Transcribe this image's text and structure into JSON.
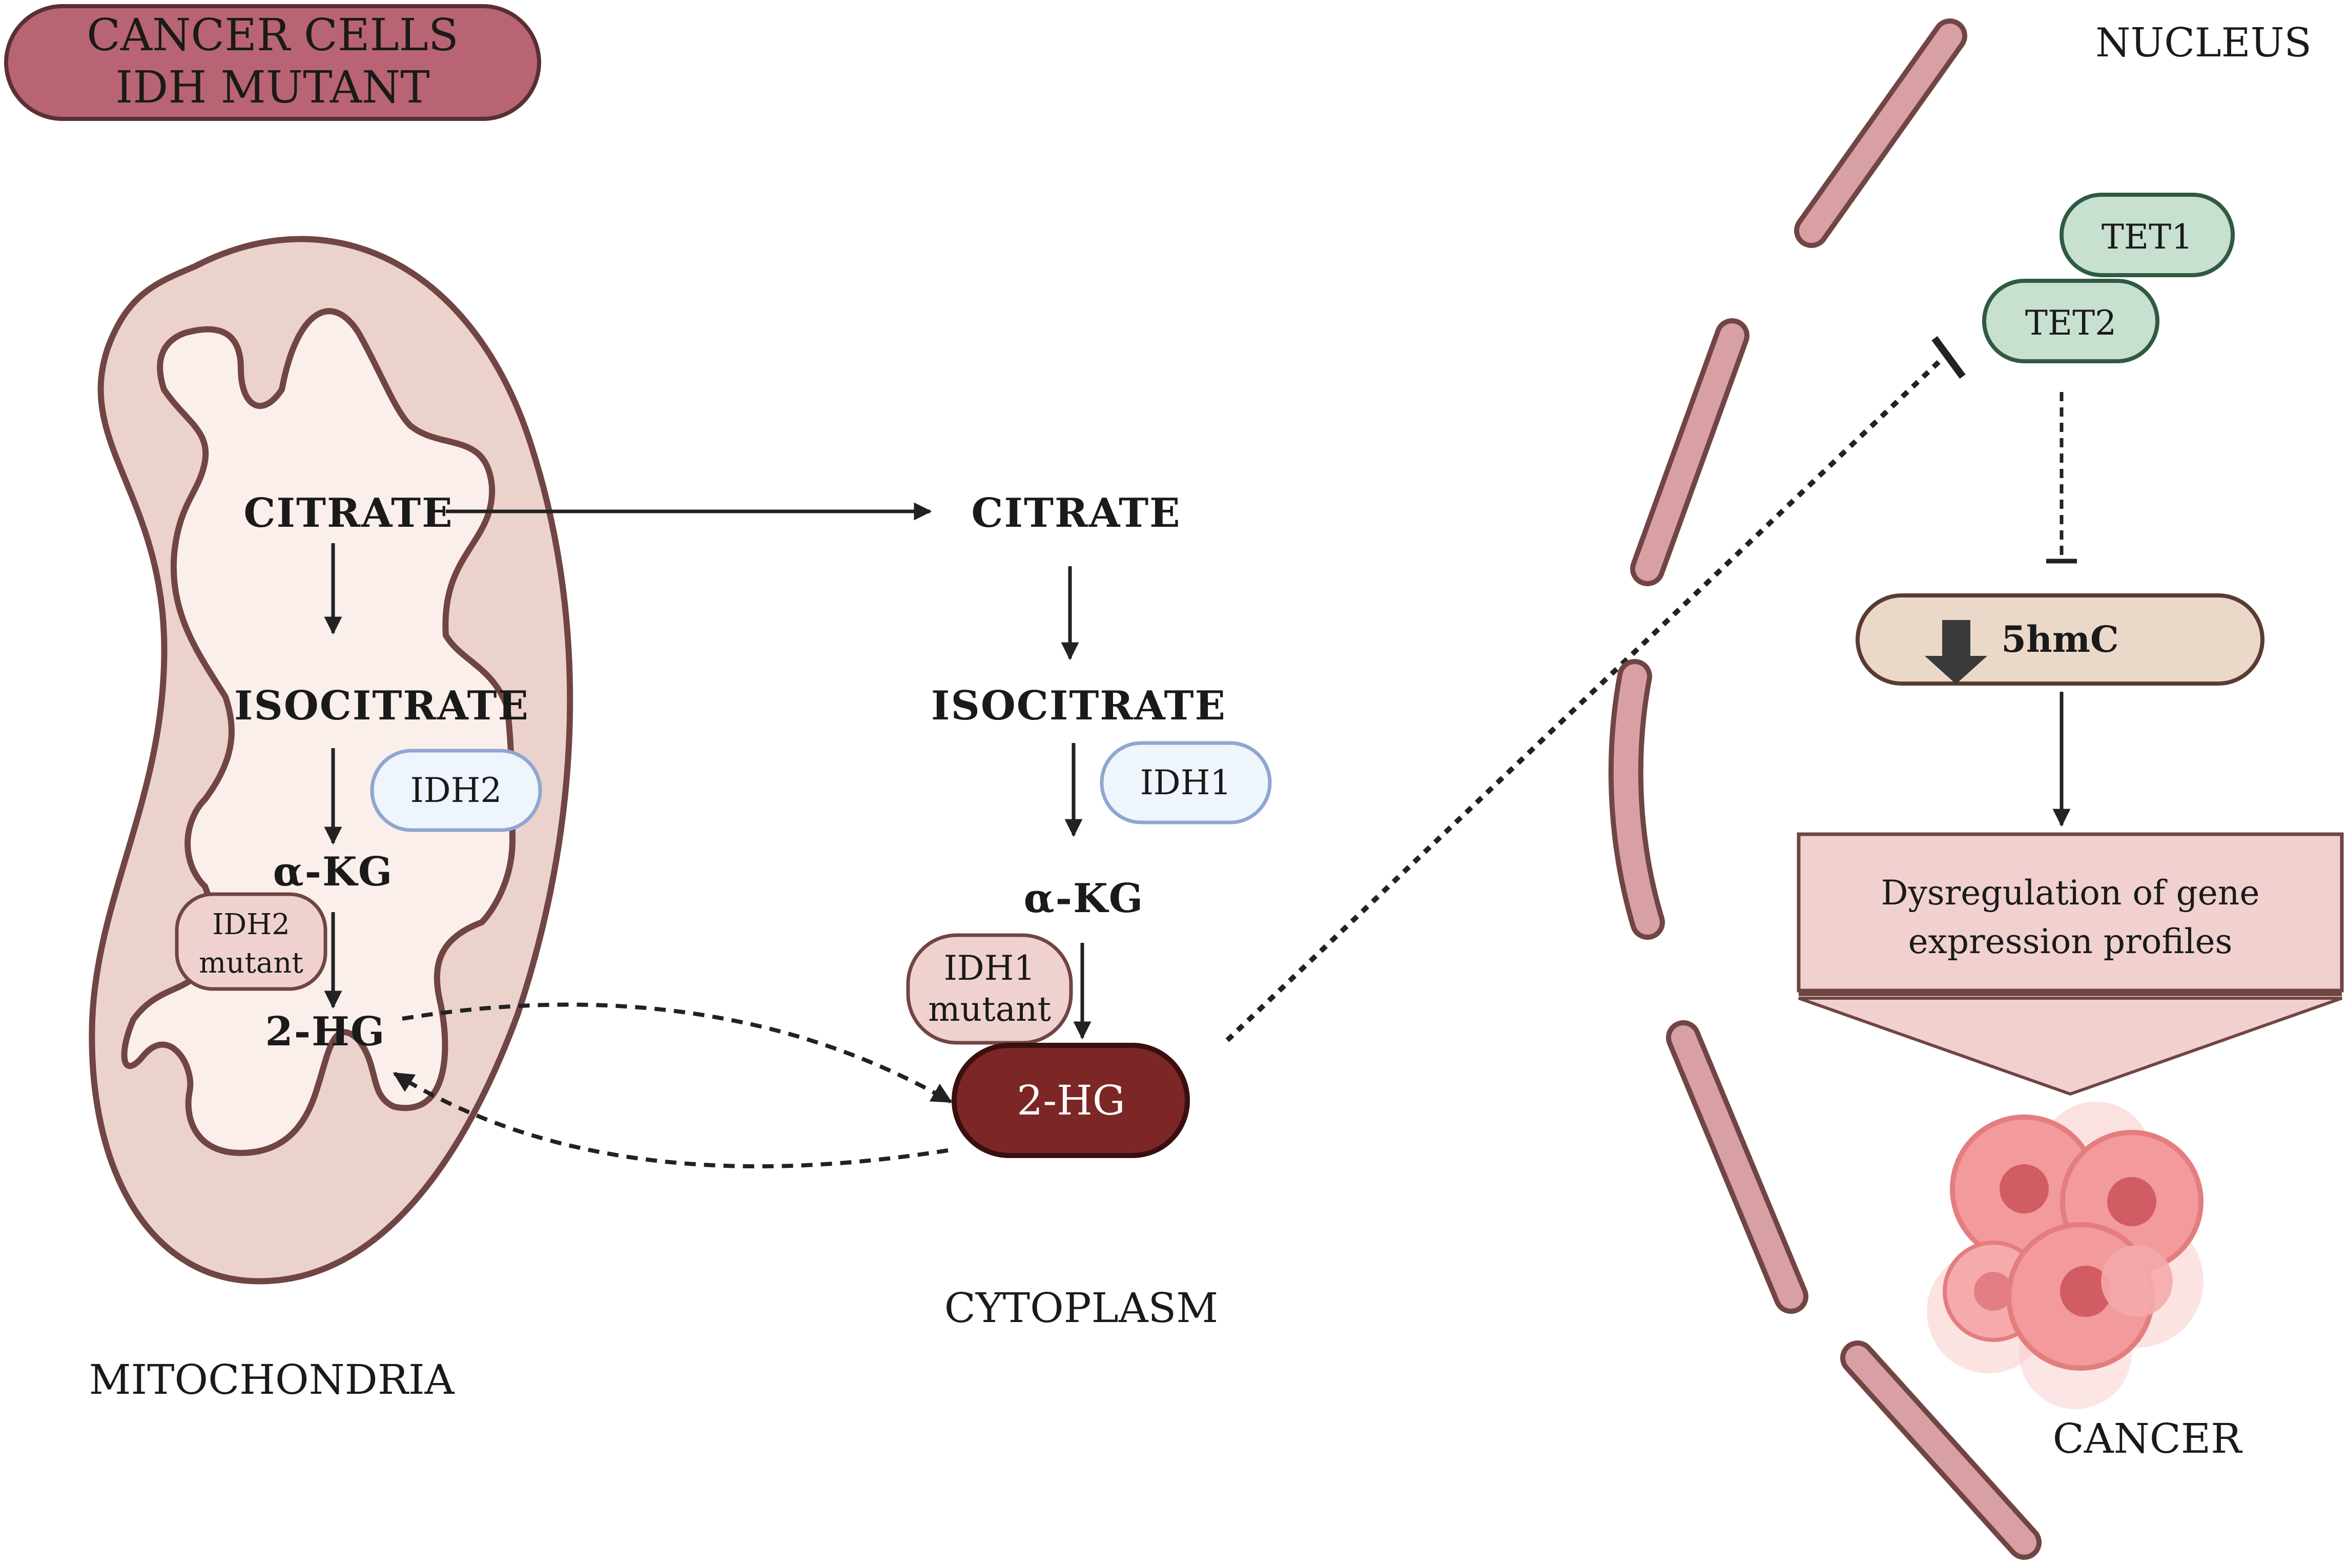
{
  "title": {
    "line1": "CANCER CELLS",
    "line2": "IDH MUTANT"
  },
  "regions": {
    "nucleus": "NUCLEUS",
    "cytoplasm": "CYTOPLASM",
    "mitochondria": "MITOCHONDRIA",
    "cancer": "CANCER"
  },
  "mitochondria": {
    "citrate": "CITRATE",
    "isocitrate": "ISOCITRATE",
    "akg": "α-KG",
    "hg": "2-HG",
    "enzyme": "IDH2",
    "mutant": {
      "line1": "IDH2",
      "line2": "mutant"
    }
  },
  "cytoplasm": {
    "citrate": "CITRATE",
    "isocitrate": "ISOCITRATE",
    "akg": "α-KG",
    "hg": "2-HG",
    "enzyme": "IDH1",
    "mutant": {
      "line1": "IDH1",
      "line2": "mutant"
    }
  },
  "nucleus": {
    "tet1": "TET1",
    "tet2": "TET2",
    "hmc": "5hmC",
    "dysregulation": {
      "line1": "Dysregulation of gene",
      "line2": "expression profiles"
    }
  },
  "colors": {
    "title_fill": "#b86474",
    "mito_outer": "#ecd2cc",
    "mito_inner": "#fbefec",
    "mito_stroke": "#704543",
    "membrane": "#d8a0a4",
    "hg_fill": "#7d2626",
    "tet_fill": "#c8e0cf",
    "tet_stroke": "#2f5a44",
    "hmc_fill": "#ead9c9",
    "idh_fill": "#eef5fc",
    "idh_stroke": "#8fa6cf",
    "mutant_fill": "#efd2d0",
    "dysreg_fill": "#f0d1d0"
  }
}
